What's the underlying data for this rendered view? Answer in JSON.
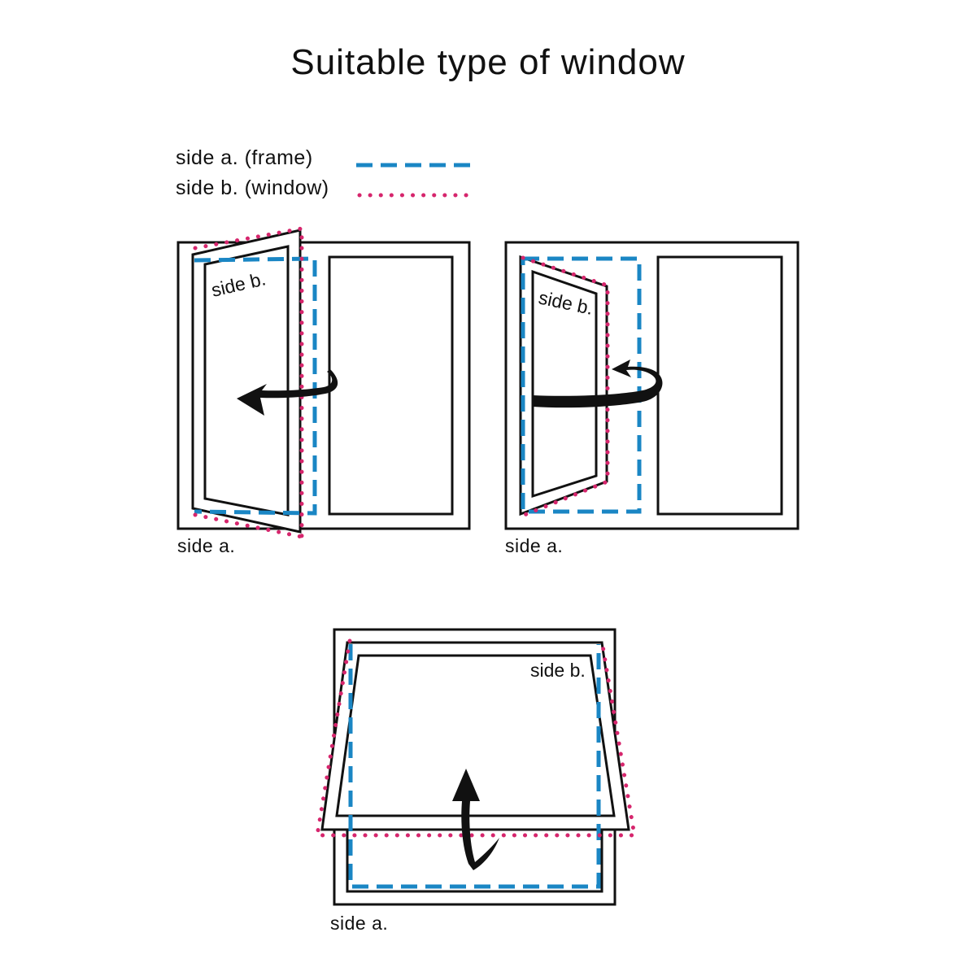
{
  "title": "Suitable type of window",
  "legend": {
    "side_a": "side a. (frame)",
    "side_b": "side b. (window)"
  },
  "labels": {
    "side_a": "side a.",
    "side_b": "side b."
  },
  "colors": {
    "frame_dashes": "#1a86c4",
    "window_dots": "#d6266d",
    "line": "#111111"
  }
}
